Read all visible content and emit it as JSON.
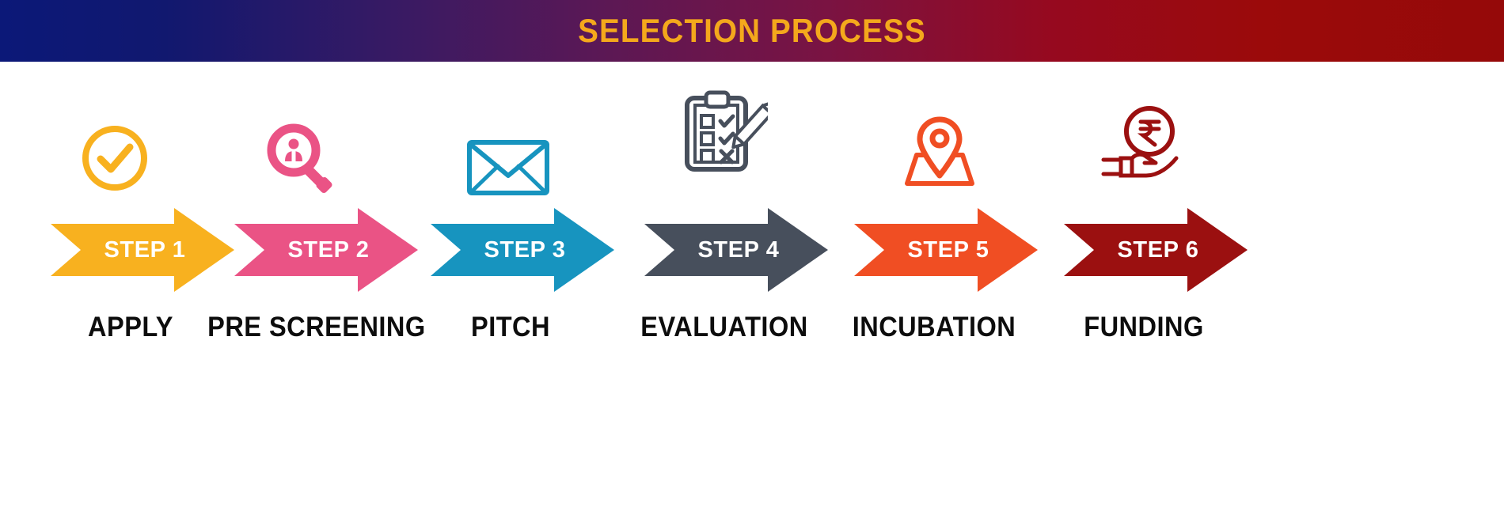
{
  "banner": {
    "title": "SELECTION PROCESS",
    "text_color": "#f4a81c",
    "gradient_from": "#0b1878",
    "gradient_to": "#950909"
  },
  "process": {
    "steps": [
      {
        "id": 1,
        "step_label": "STEP 1",
        "caption": "APPLY",
        "color": "#f8b11f",
        "icon": "check-circle-icon"
      },
      {
        "id": 2,
        "step_label": "STEP 2",
        "caption": "PRE SCREENING",
        "color": "#ea5385",
        "icon": "person-search-icon"
      },
      {
        "id": 3,
        "step_label": "STEP 3",
        "caption": "PITCH",
        "color": "#1794bf",
        "icon": "envelope-icon"
      },
      {
        "id": 4,
        "step_label": "STEP 4",
        "caption": "EVALUATION",
        "color": "#474f5c",
        "icon": "clipboard-checklist-icon"
      },
      {
        "id": 5,
        "step_label": "STEP 5",
        "caption": "INCUBATION",
        "color": "#f04e23",
        "icon": "map-pin-icon"
      },
      {
        "id": 6,
        "step_label": "STEP 6",
        "caption": "FUNDING",
        "color": "#9b1010",
        "icon": "hand-rupee-icon"
      }
    ]
  }
}
